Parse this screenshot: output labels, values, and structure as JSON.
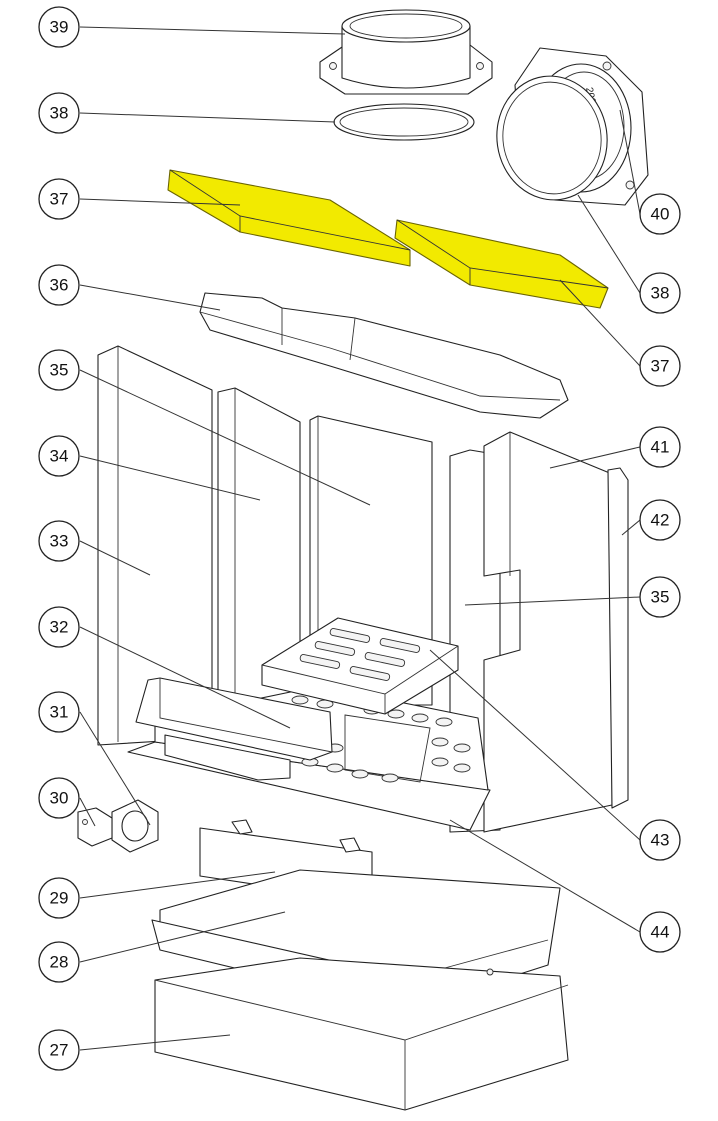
{
  "callouts": {
    "c39": "39",
    "c38a": "38",
    "c37a": "37",
    "c36": "36",
    "c35a": "35",
    "c34": "34",
    "c33": "33",
    "c32": "32",
    "c31": "31",
    "c30": "30",
    "c29": "29",
    "c28": "28",
    "c27": "27",
    "c40": "40",
    "c38b": "38",
    "c37b": "37",
    "c41": "41",
    "c42": "42",
    "c35b": "35",
    "c43": "43",
    "c44": "44"
  },
  "stamp_text": "200-585-00  00",
  "highlight_color": "#f2ea00"
}
